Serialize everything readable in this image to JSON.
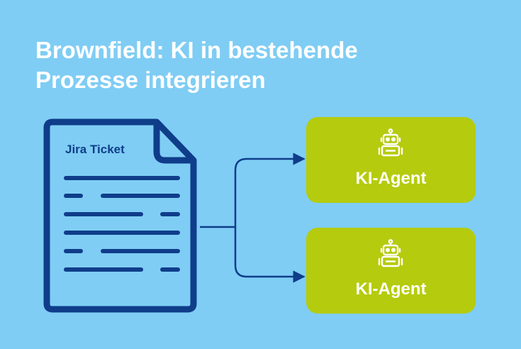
{
  "title": {
    "line1": "Brownfield: KI in bestehende",
    "line2": "Prozesse integrieren"
  },
  "document": {
    "label": "Jira Ticket",
    "icon": "document-icon"
  },
  "agents": [
    {
      "label": "KI-Agent",
      "icon": "robot-icon"
    },
    {
      "label": "KI-Agent",
      "icon": "robot-icon"
    }
  ],
  "colors": {
    "background": "#7fcdf4",
    "primary": "#0f3d8a",
    "agent_fill": "#b5cb0e",
    "text_light": "#ffffff"
  }
}
